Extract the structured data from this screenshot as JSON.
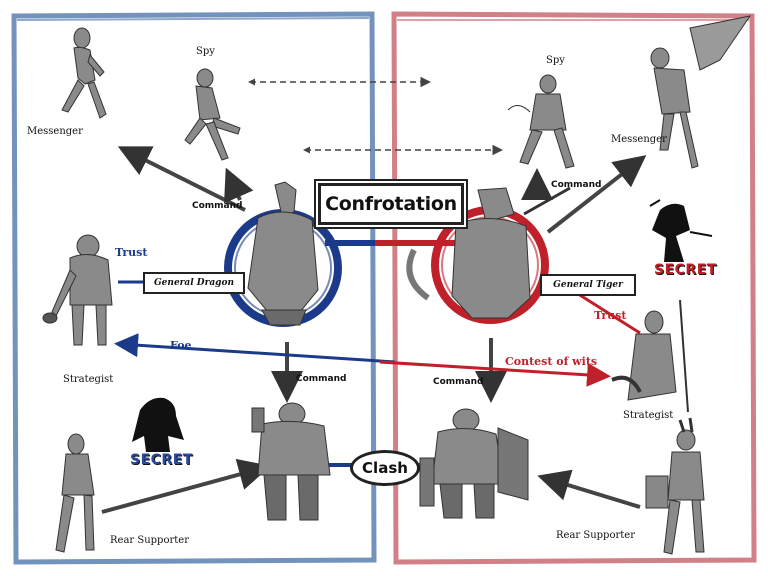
{
  "title": "Confrotation",
  "left_faction": {
    "general": "General Dragon",
    "border_color": "#5b7fb0",
    "members": {
      "spy": "Spy",
      "messenger": "Messenger",
      "strategist": "Strategist",
      "rear_supporter": "Rear Supporter",
      "secret": "SECRET"
    },
    "relations": {
      "trust": "Trust",
      "command_upper": "Command",
      "command_lower": "Command",
      "foe": "Foe"
    }
  },
  "right_faction": {
    "general": "General Tiger",
    "border_color": "#c96a72",
    "members": {
      "spy": "Spy",
      "messenger": "Messenger",
      "strategist": "Strategist",
      "rear_supporter": "Rear Supporter",
      "secret": "SECRET"
    },
    "relations": {
      "trust": "Trust",
      "command_upper": "Command",
      "command_lower": "Command",
      "contest": "Contest of wits"
    }
  },
  "center": {
    "clash": "Clash"
  },
  "colors": {
    "blue_accent": "#1c3a8a",
    "red_accent": "#c0202a",
    "ink": "#222222"
  }
}
